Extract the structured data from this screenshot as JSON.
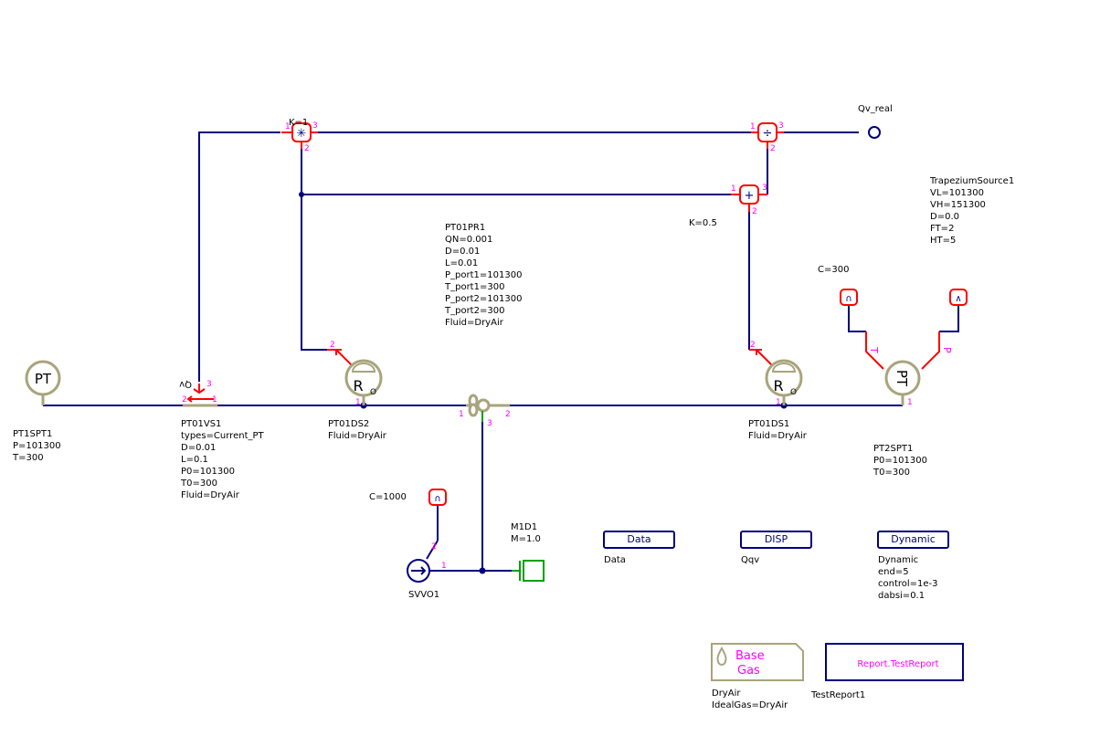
{
  "labels": {
    "k1": "K=1",
    "k05": "K=0.5",
    "qv_real": "Qv_real",
    "c300": "C=300",
    "c1000": "C=1000"
  },
  "components": {
    "pt1spt1": [
      "PT1SPT1",
      "P=101300",
      "T=300"
    ],
    "pt01vs1": [
      "PT01VS1",
      "types=Current_PT",
      "D=0.01",
      "L=0.1",
      "P0=101300",
      "T0=300",
      "Fluid=DryAir"
    ],
    "pt01ds2": [
      "PT01DS2",
      "Fluid=DryAir"
    ],
    "pt01pr1": [
      "PT01PR1",
      "QN=0.001",
      "D=0.01",
      "L=0.01",
      "P_port1=101300",
      "T_port1=300",
      "P_port2=101300",
      "T_port2=300",
      "Fluid=DryAir"
    ],
    "pt01ds1": [
      "PT01DS1",
      "Fluid=DryAir"
    ],
    "pt2spt1": [
      "PT2SPT1",
      "P0=101300",
      "T0=300"
    ],
    "trapezium": [
      "TrapeziumSource1",
      "VL=101300",
      "VH=151300",
      "D=0.0",
      "FT=2",
      "HT=5"
    ],
    "m1d1": [
      "M1D1",
      "M=1.0"
    ],
    "svvo1": [
      "SVVO1"
    ],
    "data": [
      "Data"
    ],
    "qqv": [
      "Qqv"
    ],
    "dynamic": [
      "Dynamic",
      "end=5",
      "control=1e-3",
      "dabsi=0.1"
    ],
    "dryair": [
      "DryAir",
      "IdealGas=DryAir"
    ],
    "testreport": [
      "TestReport1"
    ]
  },
  "buttons": {
    "data": "Data",
    "disp": "DISP",
    "dynamic": "Dynamic"
  },
  "symbols": {
    "pt": "PT",
    "ro": "R",
    "ro_sub": "O",
    "base": "Base",
    "gas": "Gas",
    "report": "Report.TestReport",
    "vs_label": "Qv",
    "t_port": "T",
    "p_port": "P"
  },
  "colors": {
    "wire": "#00007f",
    "signal": "#ff0000",
    "port_number": "#ff00ff",
    "fluid_component": "#a8a47c",
    "mass": "#00a000"
  }
}
